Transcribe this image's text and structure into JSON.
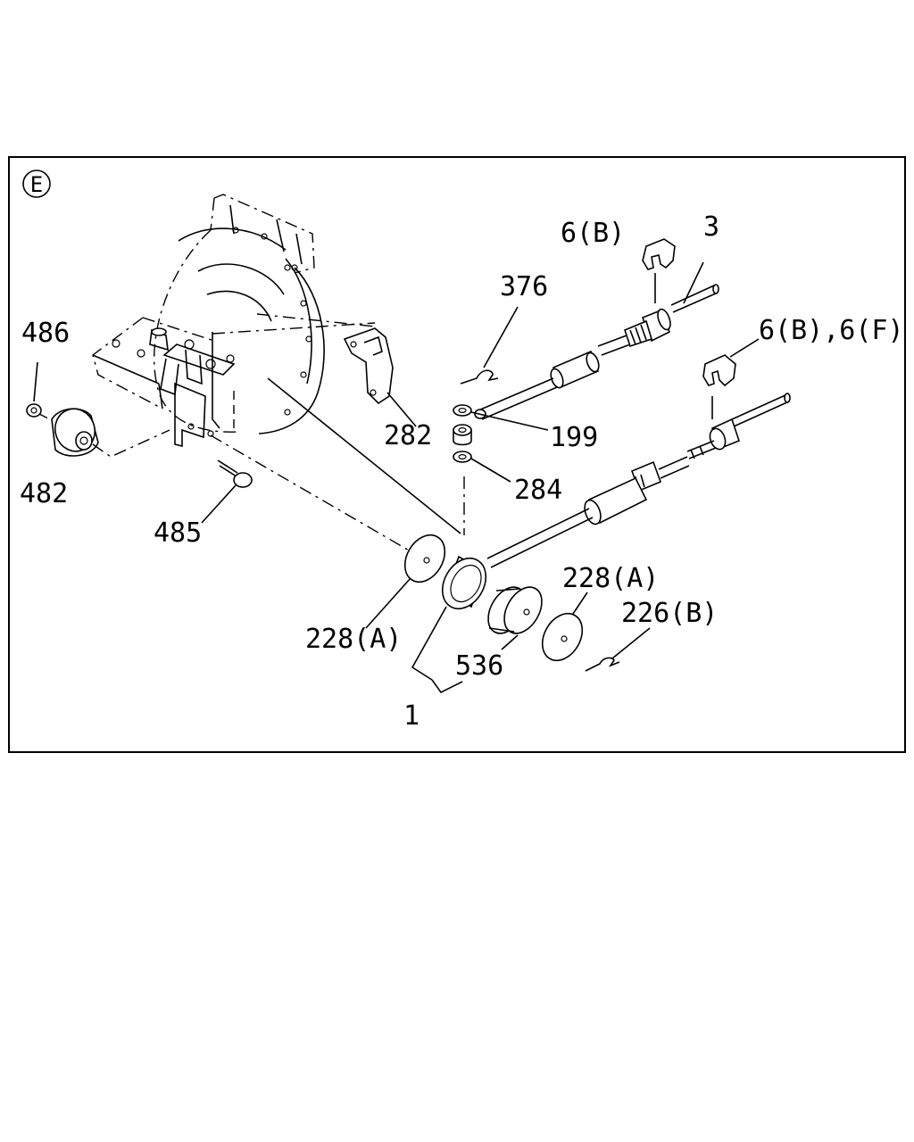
{
  "diagram": {
    "section_marker": "E",
    "labels": {
      "l486": "486",
      "l482": "482",
      "l485": "485",
      "l282": "282",
      "l376": "376",
      "l199": "199",
      "l284": "284",
      "l6b": "6(B)",
      "l3": "3",
      "l6b6f": "6(B),6(F)",
      "l228a_left": "228(A)",
      "l228a_right": "228(A)",
      "l226b": "226(B)",
      "l536": "536",
      "l1": "1"
    }
  }
}
